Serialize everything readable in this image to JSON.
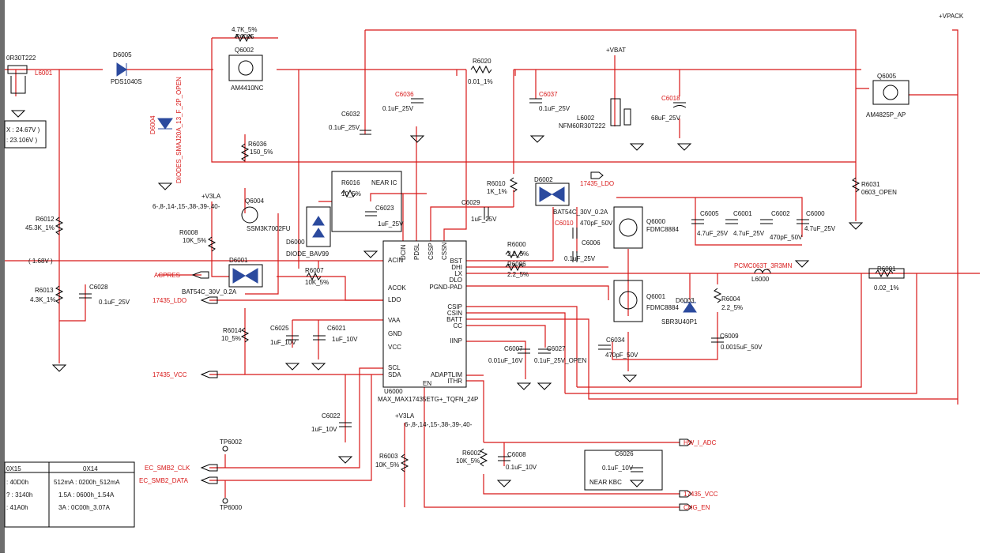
{
  "colors": {
    "wire": "#d81818",
    "ink": "#111111",
    "border": "#555555"
  },
  "nets": {
    "vpack": "+VPACK",
    "vbat": "+VBAT",
    "v3la_1": "+V3LA",
    "v3la_2": "+V3LA",
    "v3la_pages_1": "6-,8-,14-,15-,38-,39-,40-",
    "v3la_pages_2": "6-,8-,14-,15-,38-,39-,40-",
    "acpres": "ACPRES",
    "ldo_left": "17435_LDO",
    "ldo_top": "17435_LDO",
    "vcc_left": "17435_VCC",
    "vcc_right": "17435_VCC",
    "clk": "EC_SMB2_CLK",
    "data": "EC_SMB2_DATA",
    "hw_adc": "HW_I_ADC",
    "chg_en": "CHG_EN",
    "v168": "( 1.68V )"
  },
  "components": {
    "l6001_part": "0R30T222",
    "l6001_ref": "L6001",
    "d6005_ref": "D6005",
    "d6005_part": "PDS1040S",
    "d6004_ref": "D6004",
    "d6004_part": "DIODES_SMAJ20A_13_F_2P_OPEN",
    "r6005_val": "4.7K_5%",
    "r6005_ref": "R6005",
    "q6002_ref": "Q6002",
    "q6002_part": "AM4410NC",
    "r6036_ref": "R6036",
    "r6036_val": "150_5%",
    "r6020_ref": "R6020",
    "r6020_val": "0.01_1%",
    "c6032_ref": "C6032",
    "c6032_val": "0.1uF_25V",
    "c6036_ref": "C6036",
    "c6036_val": "0.1uF_25V",
    "c6037_ref": "C6037",
    "c6037_val": "0.1uF_25V",
    "l6002_ref": "L6002",
    "l6002_part": "NFM60R30T222",
    "c6018_ref": "C6018",
    "c6018_val": "68uF_25V",
    "q6005_ref": "Q6005",
    "q6005_part": "AM4825P_AP",
    "r6031_ref": "R6031",
    "r6031_val": "0603_OPEN",
    "r6016_ref": "R6016",
    "r6016_val": "10_5%",
    "near_ic": "NEAR IC",
    "c6023_ref": "C6023",
    "c6023_val": "1uF_25V",
    "r6012_ref": "R6012",
    "r6012_val": "45.3K_1%",
    "r6013_ref": "R6013",
    "r6013_val": "4.3K_1%",
    "c6028_ref": "C6028",
    "c6028_val": "0.1uF_25V",
    "q6004_ref": "Q6004",
    "q6004_part": "SSM3K7002FU",
    "r6008_ref": "R6008",
    "r6008_val": "10K_5%",
    "d6000_ref": "D6000",
    "d6000_part": "DIODE_BAV99",
    "d6001_ref": "D6001",
    "d6001_part": "BAT54C_30V_0.2A",
    "r6007_ref": "R6007",
    "r6007_val": "10K_5%",
    "r6014_ref": "R6014",
    "r6014_val": "10_5%",
    "c6025_ref": "C6025",
    "c6025_val": "1uF_10V",
    "c6021_ref": "C6021",
    "c6021_val": "1uF_10V",
    "c6022_ref": "C6022",
    "c6022_val": "1uF_10V",
    "r6010_ref": "R6010",
    "r6010_val": "1K_1%",
    "c6029_ref": "C6029",
    "c6029_val": "1uF_25V",
    "d6002_ref": "D6002",
    "d6002_part": "BAT54C_30V_0.2A",
    "c6010_ref": "C6010",
    "r6000_ref": "R6000",
    "r6000_val": "2.2_5%",
    "r6006_ref": "R6006",
    "r6006_val": "2.2_5%",
    "c6006_ref": "C6006",
    "c6006_val": "0.1uF_25V",
    "c6010_val": "470pF_50V",
    "q6000_ref": "Q6000",
    "q6000_part": "FDMC8884",
    "q6001_ref": "Q6001",
    "q6001_part": "FDMC8884",
    "c6005_ref": "C6005",
    "c6005_val": "4.7uF_25V",
    "c6001_ref": "C6001",
    "c6001_val": "4.7uF_25V",
    "c6002_ref": "C6002",
    "c6002_val": "470pF_50V",
    "c6000_ref": "C6000",
    "c6000_val": "4.7uF_25V",
    "l6000_ref": "L6000",
    "l6000_part": "PCMC063T_3R3MN",
    "r6001_ref": "R6001",
    "r6001_val": "0.02_1%",
    "r6004_ref": "R6004",
    "r6004_val": "2.2_5%",
    "d6003_ref": "D6003",
    "d6003_part": "SBR3U40P1",
    "c6009_ref": "C6009",
    "c6009_val": "0.0015uF_50V",
    "c6034_ref": "C6034",
    "c6034_val": "470pF_50V",
    "c6007_ref": "C6007",
    "c6007_val": "0.01uF_16V",
    "c6027_ref": "C6027",
    "c6027_val": "0.1uF_25V_OPEN",
    "r6003_ref": "R6003",
    "r6003_val": "10K_5%",
    "r6002_ref": "R6002",
    "r6002_val": "10K_5%",
    "c6008_ref": "C6008",
    "c6008_val": "0.1uF_10V",
    "c6026_ref": "C6026",
    "c6026_val": "0.1uF_10V",
    "near_kbc": "NEAR KBC",
    "tp6002": "TP6002",
    "tp6000": "TP6000"
  },
  "ic": {
    "ref": "U6000",
    "part": "MAX_MAX17435ETG+_TQFN_24P",
    "top_pins": [
      "DCIN",
      "PDSL",
      "CSSP",
      "CSSN"
    ],
    "left_pins": [
      "ACIN",
      "ACOK",
      "LDO",
      "VAA",
      "GND",
      "VCC",
      "SCL",
      "SDA"
    ],
    "right_pins": [
      "BST",
      "DHI",
      "LX",
      "DLO",
      "PGND-PAD",
      "CSIP",
      "CSIN",
      "BATT",
      "CC",
      "IINP",
      "ADAPTLIM",
      "ITHR"
    ],
    "bottom_pin": "EN"
  },
  "notes": {
    "voltage_line_1": "X : 24.67V )",
    "voltage_line_2": ": 23.106V )"
  },
  "table": {
    "header_left": "0X15",
    "header_right": "0X14",
    "left_rows": [
      ": 40D0h",
      "? : 3140h",
      ": 41A0h"
    ],
    "right_rows": [
      "512mA : 0200h_512mA",
      "1.5A : 0600h_1.54A",
      "3A : 0C00h_3.07A"
    ]
  }
}
